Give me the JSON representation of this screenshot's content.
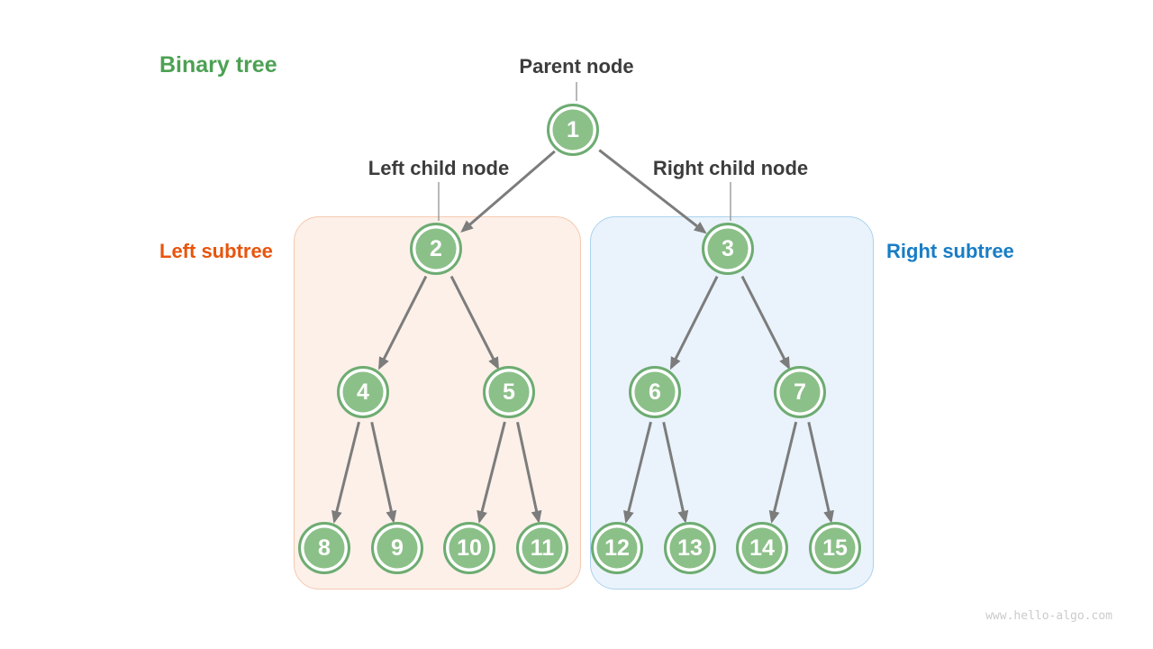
{
  "title": "Binary tree",
  "watermark": "www.hello-algo.com",
  "annotations": {
    "parent_node": "Parent node",
    "left_child_node": "Left child node",
    "right_child_node": "Right child node",
    "left_subtree": "Left subtree",
    "right_subtree": "Right subtree"
  },
  "tree": {
    "nodes": [
      "1",
      "2",
      "3",
      "4",
      "5",
      "6",
      "7",
      "8",
      "9",
      "10",
      "11",
      "12",
      "13",
      "14",
      "15"
    ],
    "edges": [
      [
        "1",
        "2"
      ],
      [
        "1",
        "3"
      ],
      [
        "2",
        "4"
      ],
      [
        "2",
        "5"
      ],
      [
        "3",
        "6"
      ],
      [
        "3",
        "7"
      ],
      [
        "4",
        "8"
      ],
      [
        "4",
        "9"
      ],
      [
        "5",
        "10"
      ],
      [
        "5",
        "11"
      ],
      [
        "6",
        "12"
      ],
      [
        "6",
        "13"
      ],
      [
        "7",
        "14"
      ],
      [
        "7",
        "15"
      ]
    ],
    "left_subtree_nodes": [
      "2",
      "4",
      "5",
      "8",
      "9",
      "10",
      "11"
    ],
    "right_subtree_nodes": [
      "3",
      "6",
      "7",
      "12",
      "13",
      "14",
      "15"
    ]
  },
  "colors": {
    "title_green": "#4CA154",
    "left_subtree_orange": "#E8550D",
    "right_subtree_blue": "#187DC5",
    "node_fill": "#8CC089",
    "node_ring": "#6EAC72",
    "arrow_gray": "#7C7C7C",
    "left_box_fill": "#FCF0E9",
    "left_box_border": "#F5C9B0",
    "right_box_fill": "#EAF3FB",
    "right_box_border": "#ABD2EE",
    "label_dark": "#3C3C3C",
    "watermark_gray": "#CBCBCB"
  }
}
